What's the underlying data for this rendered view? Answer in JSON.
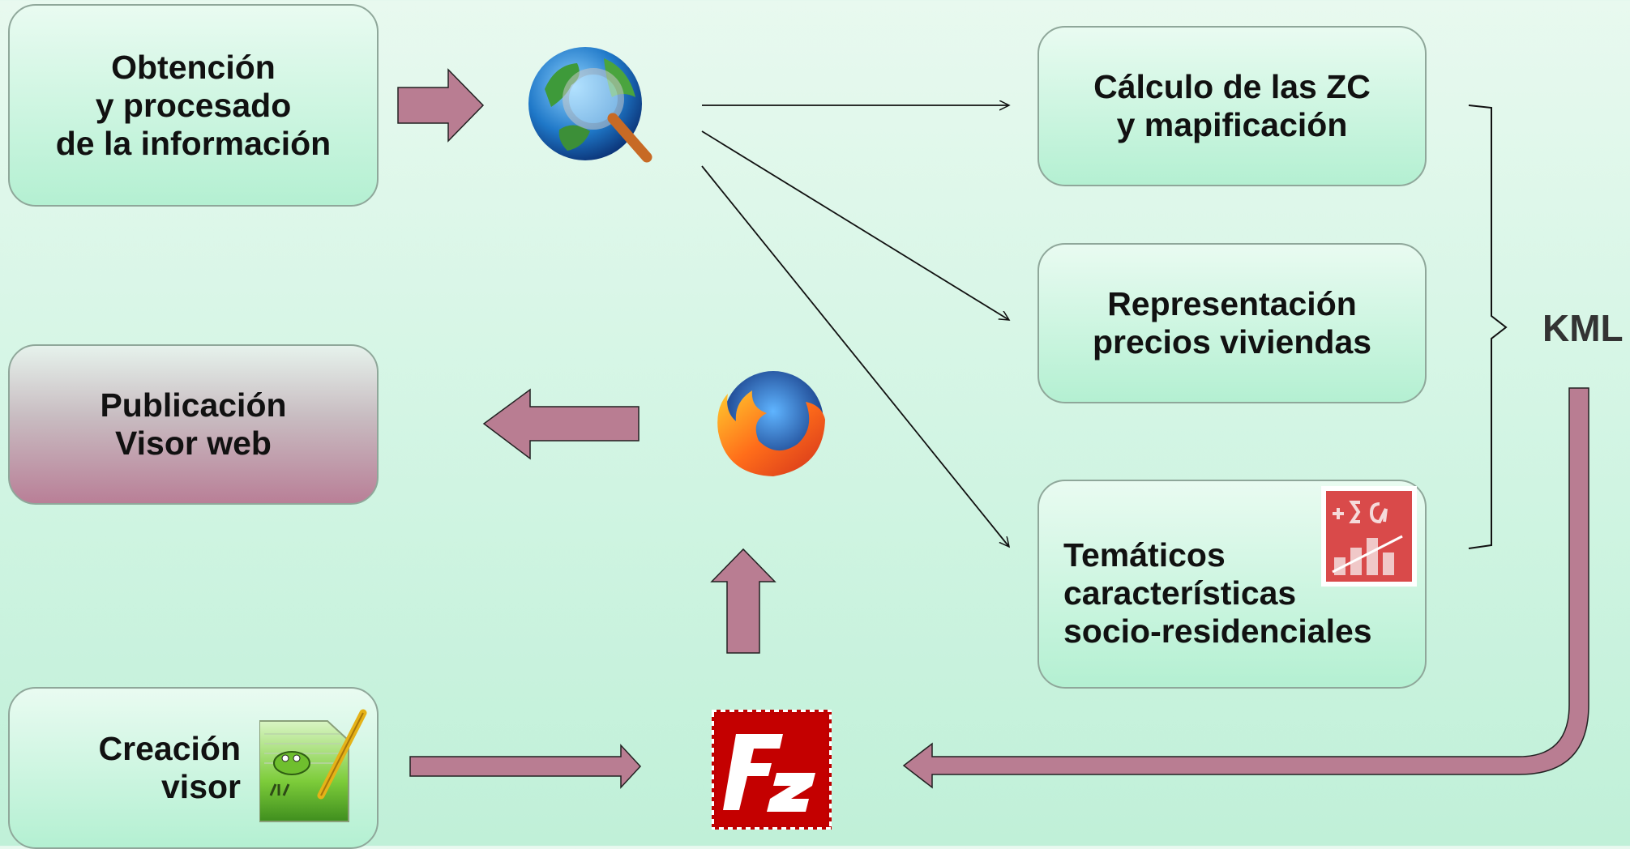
{
  "boxes": {
    "obtencion": "Obtención\ny procesado\nde la información",
    "calculo": "Cálculo de las ZC\ny mapificación",
    "representacion": "Representación\nprecios viviendas",
    "tematicos": "Temáticos\ncaracterísticas\nsocio-residenciales",
    "publicacion": "Publicación\nVisor web",
    "creacion": "Creación\nvisor"
  },
  "kml_label": "KML",
  "icons": {
    "gis": "globe-magnifier-icon",
    "browser": "firefox-icon",
    "stats": "statistics-icon",
    "editor": "notepad-plus-plus-icon",
    "ftp": "filezilla-icon"
  },
  "colors": {
    "arrow_fill": "#b97d92",
    "box_top": "#e9fbf1",
    "box_bottom": "#b4f0d2",
    "publication_box": "#b97f97",
    "filezilla_red": "#bf0000"
  }
}
